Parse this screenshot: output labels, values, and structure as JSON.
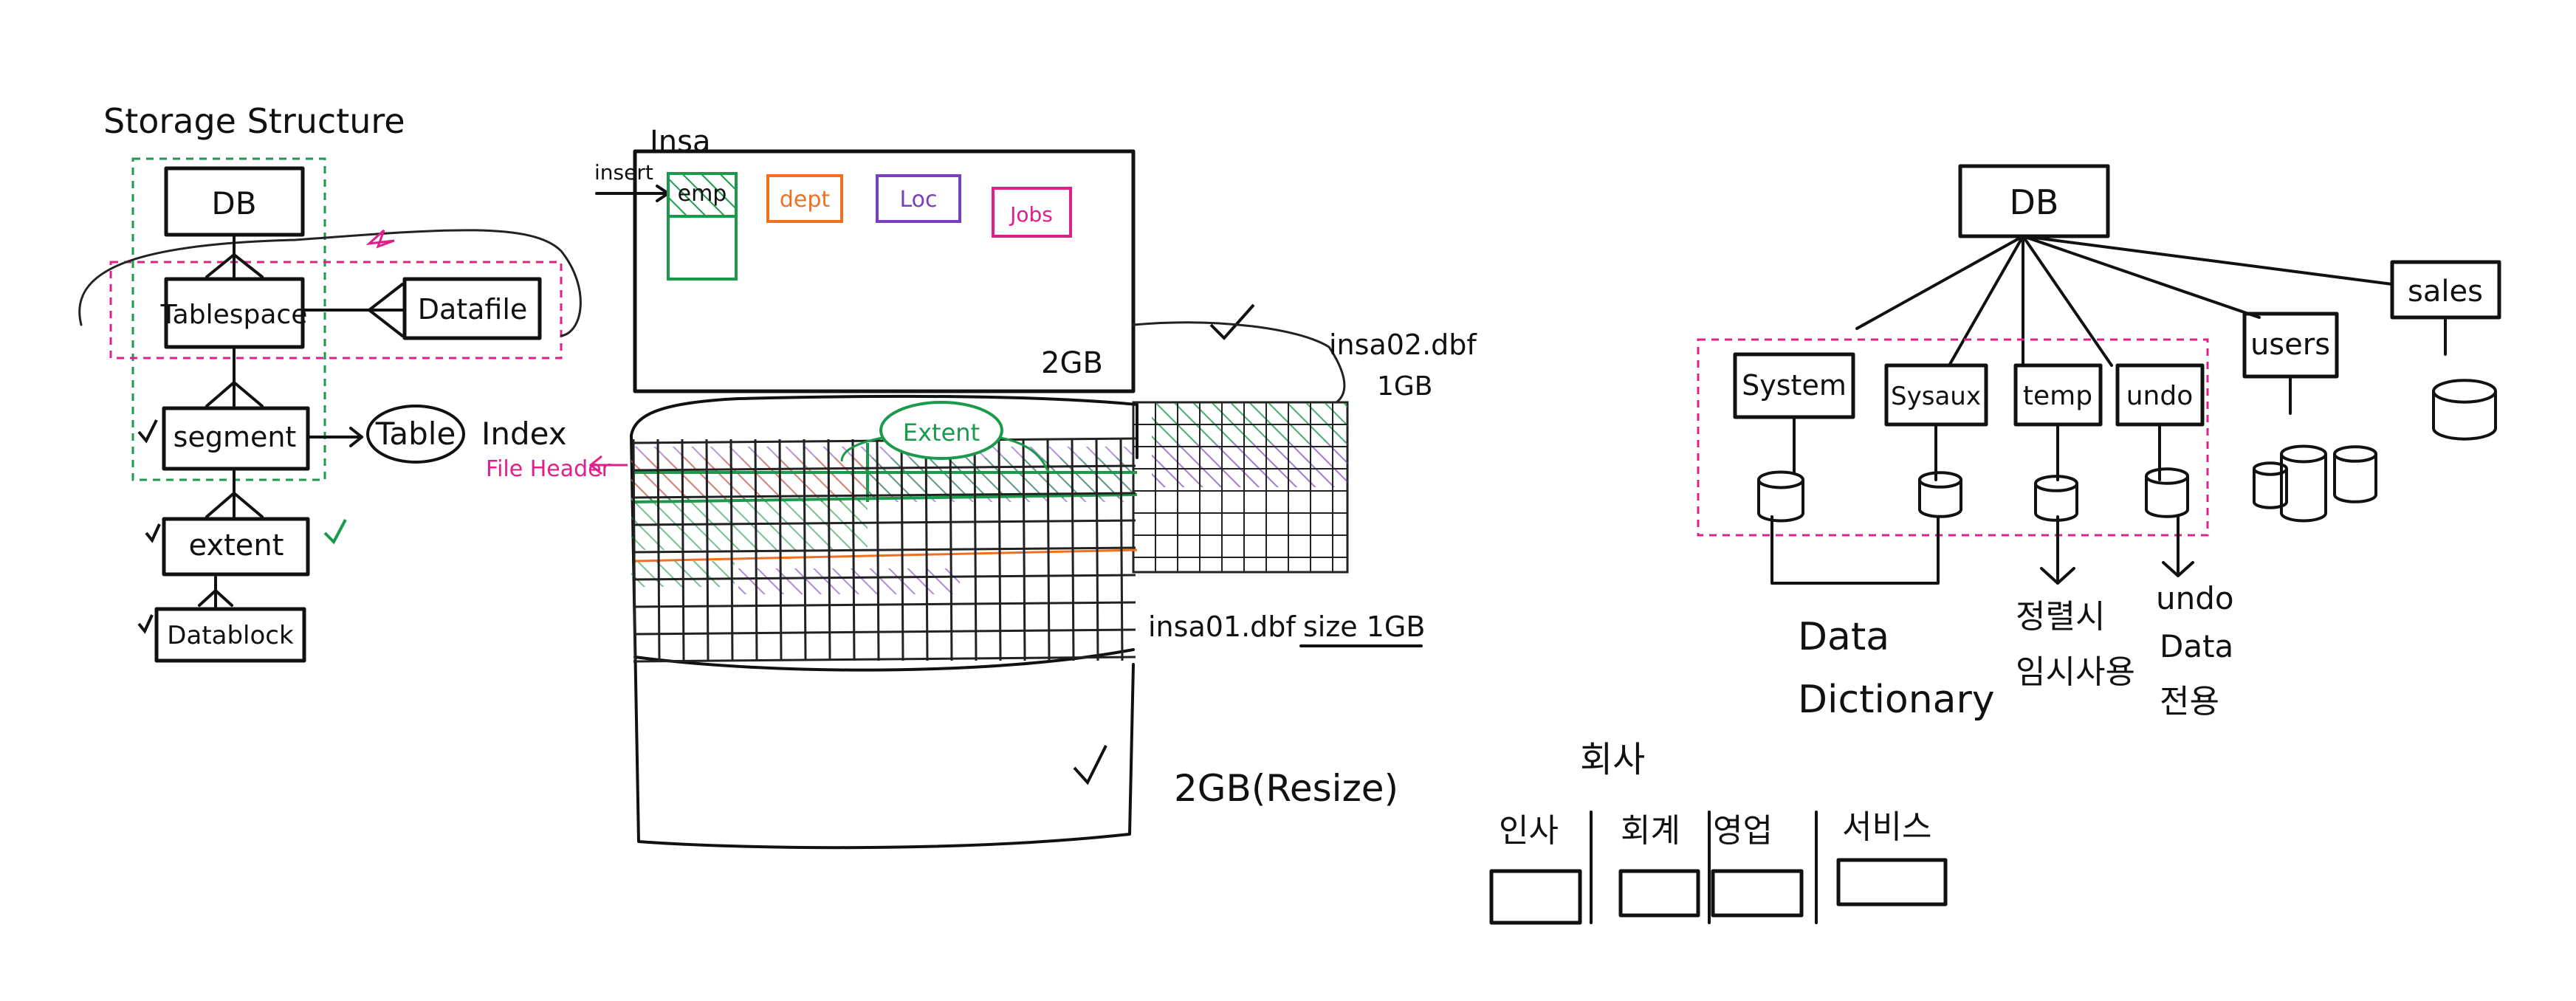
{
  "storage": {
    "title": "Storage Structure",
    "db": "DB",
    "tablespace": "Tablespace",
    "datafile": "Datafile",
    "segment": "segment",
    "table": "Table",
    "index": "Index",
    "file_header": "File Header",
    "extent": "extent",
    "datablock": "Datablock"
  },
  "insa": {
    "title": "Insa",
    "insert": "insert",
    "emp": "emp",
    "dept": "dept",
    "loc": "Loc",
    "jobs": "Jobs",
    "size_2gb": "2GB",
    "insa02": "insa02.dbf",
    "size_1gb": "1GB",
    "extent": "Extent",
    "insa01": "insa01.dbf",
    "size_label": "size 1GB",
    "resize": "2GB(Resize)"
  },
  "tree": {
    "db": "DB",
    "system": "System",
    "sysaux": "Sysaux",
    "temp": "temp",
    "undo": "undo",
    "users": "users",
    "sales": "sales",
    "data_dictionary_1": "Data",
    "data_dictionary_2": "Dictionary",
    "temp_note_1": "정렬시",
    "temp_note_2": "임시사용",
    "undo_note_1": "undo",
    "undo_note_2": "Data",
    "undo_note_3": "전용"
  },
  "company": {
    "title": "회사",
    "depts": [
      "인사",
      "회계",
      "영업",
      "서비스"
    ]
  },
  "colors": {
    "ink": "#111111",
    "green": "#1a9a4a",
    "orange": "#f07020",
    "purple": "#7a3fc0",
    "magenta": "#e0208a"
  }
}
